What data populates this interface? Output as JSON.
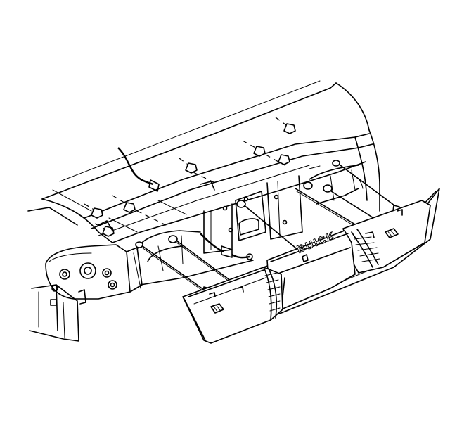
{
  "diagram": {
    "badge_text": "BUICK",
    "stroke_color": "#000000",
    "background_color": "#ffffff",
    "parts": [
      "vehicle-rear-body",
      "trunk-lid-edge",
      "rear-bumper-bracket-left",
      "rear-fascia-panel",
      "left-tail-lamp-assembly",
      "right-tail-lamp-assembly",
      "center-license-panel",
      "wiring-harness-connector",
      "mounting-nuts",
      "mounting-studs"
    ]
  }
}
